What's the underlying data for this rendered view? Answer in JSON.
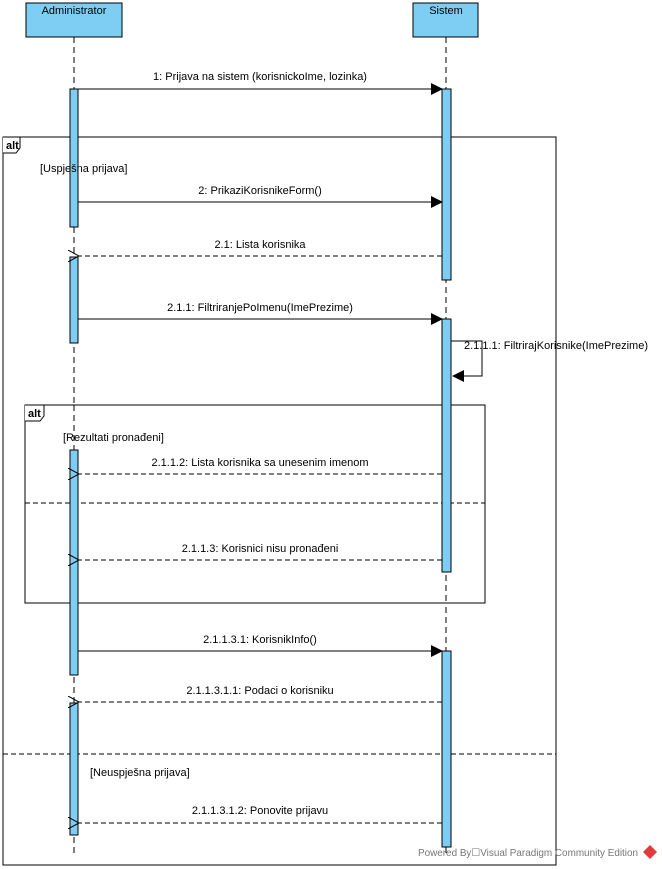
{
  "lifelines": [
    {
      "name": "Administrator"
    },
    {
      "name": "Sistem"
    }
  ],
  "colors": {
    "lifeline_fill": "#7ecef4",
    "activation_fill": "#7ecef4",
    "stroke": "#000000",
    "watermark_icon": "#e03a3a"
  },
  "fragments": [
    {
      "operator": "alt",
      "guards": [
        "[Uspješna prijava]",
        "[Neuspješna prijava]"
      ]
    },
    {
      "operator": "alt",
      "guards": [
        "[Rezultati pronađeni]"
      ]
    }
  ],
  "messages": [
    {
      "label": "1: Prijava na sistem (korisnickoIme, lozinka)",
      "from": "Administrator",
      "to": "Sistem",
      "kind": "call"
    },
    {
      "label": "2: PrikaziKorisnikeForm()",
      "from": "Administrator",
      "to": "Sistem",
      "kind": "call"
    },
    {
      "label": "2.1: Lista korisnika",
      "from": "Sistem",
      "to": "Administrator",
      "kind": "return"
    },
    {
      "label": "2.1.1: FiltriranjePoImenu(ImePrezime)",
      "from": "Administrator",
      "to": "Sistem",
      "kind": "call"
    },
    {
      "label": "2.1.1.1: FiltrirajKorisnike(ImePrezime)",
      "from": "Sistem",
      "to": "Sistem",
      "kind": "self"
    },
    {
      "label": "2.1.1.2: Lista korisnika sa unesenim imenom",
      "from": "Sistem",
      "to": "Administrator",
      "kind": "return"
    },
    {
      "label": "2.1.1.3: Korisnici nisu pronađeni",
      "from": "Sistem",
      "to": "Administrator",
      "kind": "return"
    },
    {
      "label": "2.1.1.3.1: KorisnikInfo()",
      "from": "Administrator",
      "to": "Sistem",
      "kind": "call"
    },
    {
      "label": "2.1.1.3.1.1: Podaci o korisniku",
      "from": "Sistem",
      "to": "Administrator",
      "kind": "return"
    },
    {
      "label": "2.1.1.3.1.2: Ponovite prijavu",
      "from": "Sistem",
      "to": "Administrator",
      "kind": "return"
    }
  ],
  "watermark": "Powered By☐Visual Paradigm Community Edition"
}
